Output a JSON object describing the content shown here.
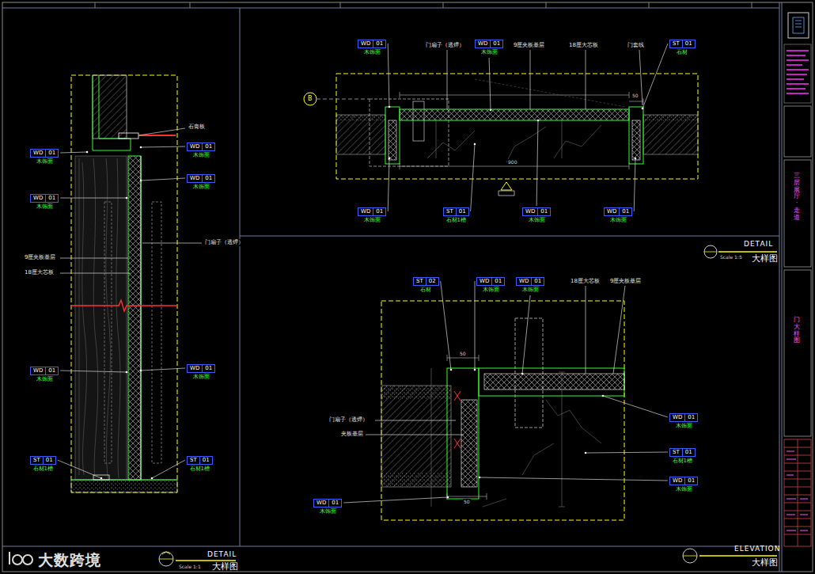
{
  "diagram": {
    "nodes": [
      {
        "text": [
          "WD",
          "01",
          "木饰面"
        ]
      },
      {
        "text": [
          "WD",
          "01",
          "木饰面"
        ]
      },
      {
        "text": [
          "WD",
          "01",
          "木饰面"
        ]
      },
      {
        "text": [
          "ST",
          "01",
          "石材1槽"
        ]
      },
      {
        "text": [
          "WD",
          "01",
          "木饰面"
        ]
      },
      {
        "text": [
          "WD",
          "01",
          "木饰面"
        ]
      },
      {
        "text": [
          "WD",
          "01",
          "木饰面"
        ]
      },
      {
        "text": [
          "ST",
          "01",
          "石材1槽"
        ]
      },
      {
        "text": [
          "WD",
          "01",
          "木饰面"
        ]
      },
      {
        "text": [
          "WD",
          "01",
          "木饰面"
        ]
      },
      {
        "text": [
          "ST",
          "01",
          "石材"
        ]
      },
      {
        "text": [
          "WD",
          "01",
          "木饰面"
        ]
      },
      {
        "text": [
          "ST",
          "01",
          "石材1槽"
        ]
      },
      {
        "text": [
          "WD",
          "01",
          "木饰面"
        ]
      },
      {
        "text": [
          "WD",
          "01",
          "木饰面"
        ]
      },
      {
        "text": [
          "ST",
          "02",
          "石材"
        ]
      },
      {
        "text": [
          "WD",
          "01",
          "木饰面"
        ]
      },
      {
        "text": [
          "WD",
          "01",
          "木饰面"
        ]
      },
      {
        "text": [
          "WD",
          "01",
          "木饰面"
        ]
      },
      {
        "text": [
          "ST",
          "01",
          "石材1槽"
        ]
      },
      {
        "text": [
          "WD",
          "01",
          "木饰面"
        ]
      },
      {
        "text": [
          "WD",
          "01",
          "木饰面"
        ]
      }
    ],
    "labels": [
      "石膏板",
      "门扇子（透焊）",
      "9厘夹板基层",
      "18厘大芯板",
      "门扇子（透焊）",
      "9厘夹板基层",
      "18厘大芯板",
      "门套线",
      "18厘大芯板",
      "9厘夹板基层",
      "门扇子（透焊）",
      "夹板基层",
      "DETAIL",
      "大样图",
      "DETAIL",
      "大样图",
      "ELEVATION",
      "大样图",
      "Scale 1:1",
      "Scale 1:5",
      "900",
      "50",
      "50",
      "50",
      "B",
      "大数跨境",
      "三层展厅·走道",
      "门大样图"
    ]
  }
}
